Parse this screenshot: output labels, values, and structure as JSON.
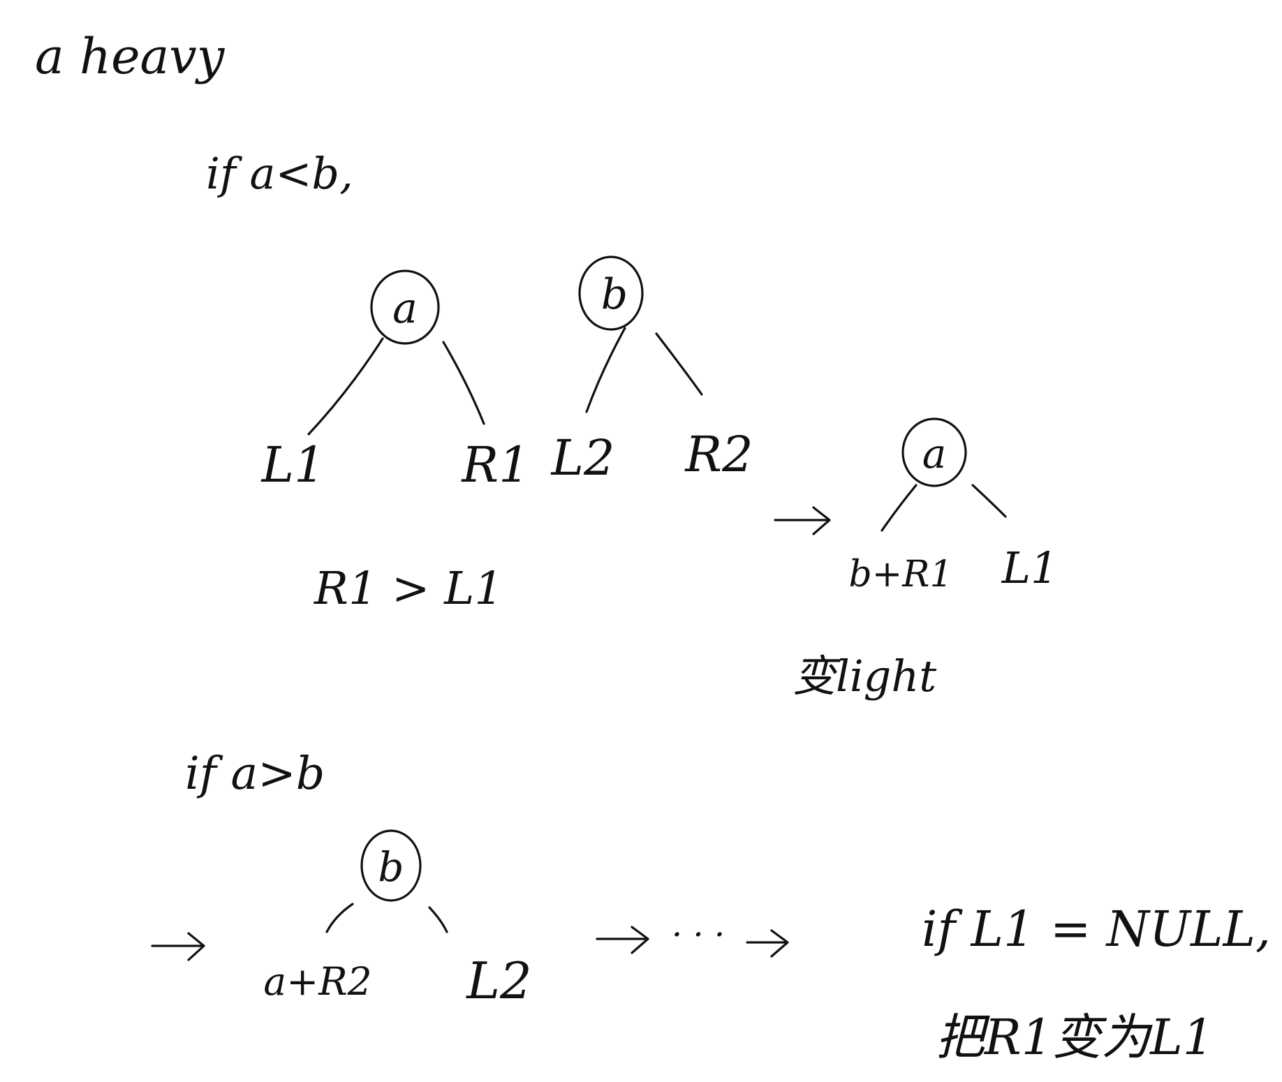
{
  "notes": {
    "title": "a heavy",
    "case1_condition": "if a<b,",
    "case1_constraint": "R1 > L1",
    "case1_result_note": "变light",
    "case2_condition": "if a>b",
    "null_rule_line1": "if L1 = NULL,",
    "null_rule_line2": "把R1变为L1"
  },
  "trees": {
    "tree_a": {
      "root": "a",
      "left": "L1",
      "right": "R1"
    },
    "tree_b": {
      "root": "b",
      "left": "L2",
      "right": "R2"
    },
    "result1": {
      "root": "a",
      "left": "b+R1",
      "right": "L1"
    },
    "result2": {
      "root": "b",
      "left": "a+R2",
      "right": "L2"
    }
  },
  "arrows": {
    "ellipsis": "· · ·"
  },
  "colors": {
    "ink": "#111111",
    "paper": "#ffffff"
  }
}
